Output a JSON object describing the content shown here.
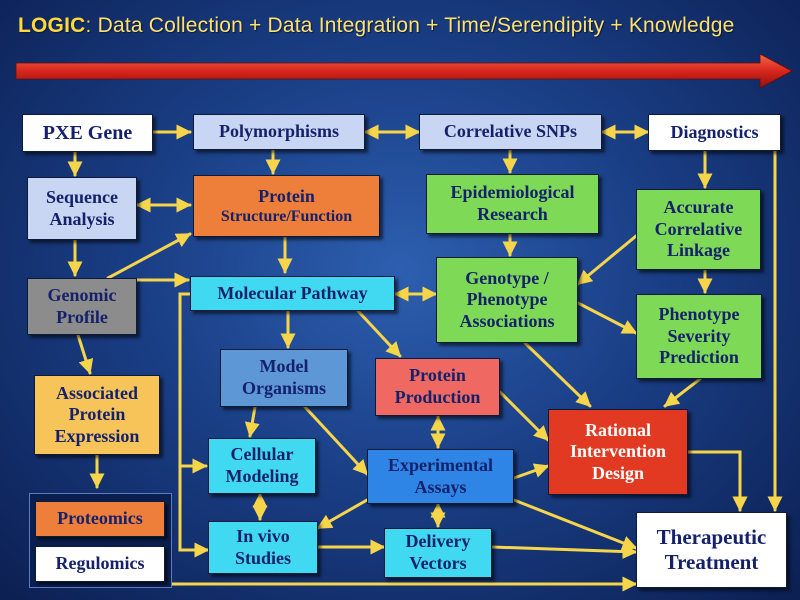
{
  "title": {
    "logic": "LOGIC",
    "rest": "Data Collection + Data Integration + Time/Serendipity + Knowledge"
  },
  "nodes": {
    "pxe_gene": "PXE Gene",
    "polymorphisms": "Polymorphisms",
    "correlative_snps": "Correlative SNPs",
    "diagnostics": "Diagnostics",
    "sequence_analysis": [
      "Sequence",
      "Analysis"
    ],
    "protein_structure": [
      "Protein",
      "Structure/Function"
    ],
    "epidemiological_research": [
      "Epidemiological",
      "Research"
    ],
    "accurate_linkage": [
      "Accurate",
      "Correlative",
      "Linkage"
    ],
    "genomic_profile": [
      "Genomic",
      "Profile"
    ],
    "molecular_pathway": "Molecular Pathway",
    "genotype_phenotype": [
      "Genotype /",
      "Phenotype",
      "Associations"
    ],
    "phenotype_severity": [
      "Phenotype",
      "Severity",
      "Prediction"
    ],
    "associated_protein": [
      "Associated",
      "Protein",
      "Expression"
    ],
    "model_organisms": [
      "Model",
      "Organisms"
    ],
    "protein_production": [
      "Protein",
      "Production"
    ],
    "rational_intervention": [
      "Rational",
      "Intervention",
      "Design"
    ],
    "cellular_modeling": [
      "Cellular",
      "Modeling"
    ],
    "experimental_assays": [
      "Experimental",
      "Assays"
    ],
    "proteomics": "Proteomics",
    "regulomics": "Regulomics",
    "in_vivo": [
      "In vivo",
      "Studies"
    ],
    "delivery_vectors": [
      "Delivery",
      "Vectors"
    ],
    "therapeutic_treatment": [
      "Therapeutic",
      "Treatment"
    ]
  },
  "colors": {
    "arrow": "#f7d54a",
    "banner": "#e0382a",
    "title": "#ffd83a"
  }
}
